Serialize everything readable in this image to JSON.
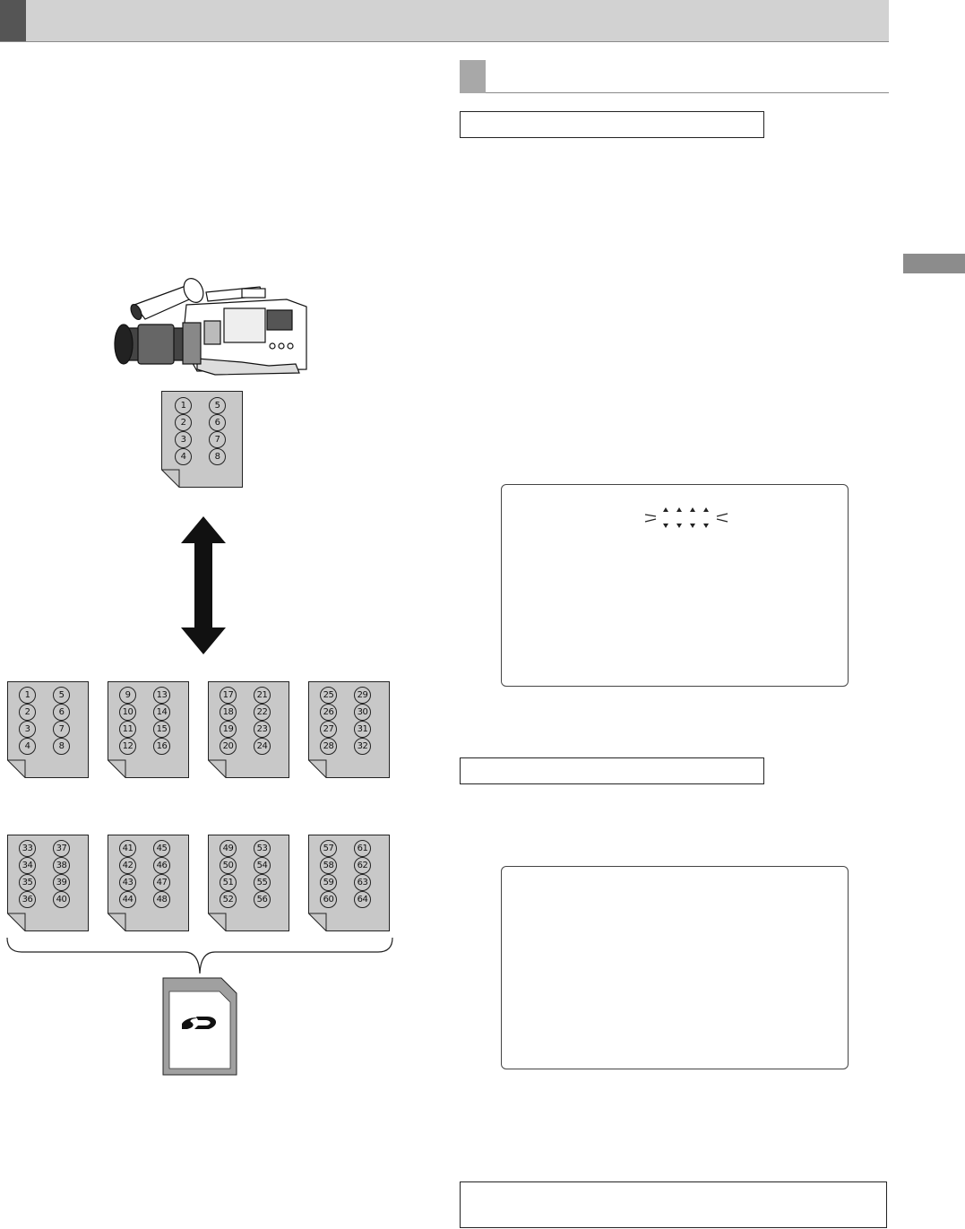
{
  "sheets": {
    "top": [
      "1",
      "5",
      "2",
      "6",
      "3",
      "7",
      "4",
      "8"
    ],
    "row1": [
      [
        "1",
        "5",
        "2",
        "6",
        "3",
        "7",
        "4",
        "8"
      ],
      [
        "9",
        "13",
        "10",
        "14",
        "11",
        "15",
        "12",
        "16"
      ],
      [
        "17",
        "21",
        "18",
        "22",
        "19",
        "23",
        "20",
        "24"
      ],
      [
        "25",
        "29",
        "26",
        "30",
        "27",
        "31",
        "28",
        "32"
      ]
    ],
    "row2": [
      [
        "33",
        "37",
        "34",
        "38",
        "35",
        "39",
        "36",
        "40"
      ],
      [
        "41",
        "45",
        "42",
        "46",
        "43",
        "47",
        "44",
        "48"
      ],
      [
        "49",
        "53",
        "50",
        "54",
        "51",
        "55",
        "52",
        "56"
      ],
      [
        "57",
        "61",
        "58",
        "62",
        "59",
        "63",
        "60",
        "64"
      ]
    ]
  },
  "icons": {
    "camera": "camcorder-icon",
    "arrow": "double-arrow-icon",
    "brace": "brace-icon",
    "sd": "sd-card-icon",
    "blink": "blinking-cursor-icon"
  },
  "colors": {
    "sheet_fill": "#c8c8c8",
    "header": "#d2d2d2",
    "accent": "#555555"
  }
}
